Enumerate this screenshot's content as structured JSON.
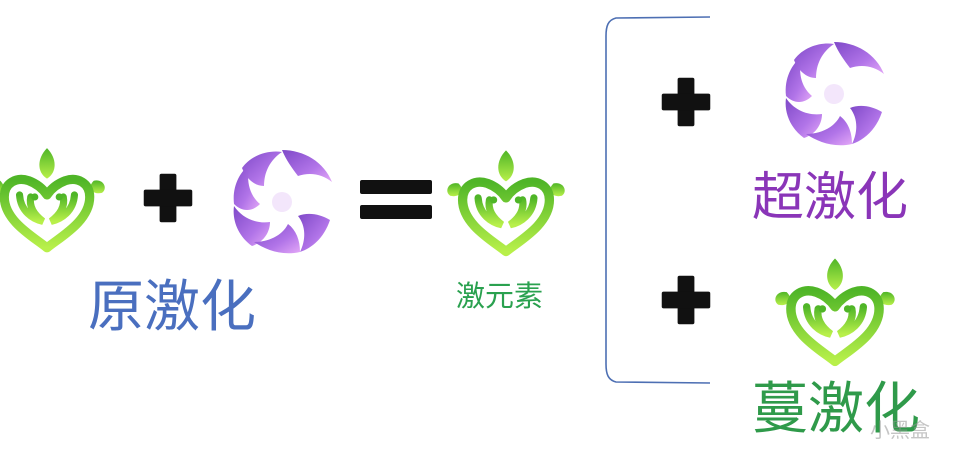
{
  "labels": {
    "original_quicken": "原激化",
    "quicken_element": "激元素",
    "aggravate": "超激化",
    "spread": "蔓激化",
    "watermark": "小黑盒"
  },
  "icons": {
    "dendro": "dendro-element-icon",
    "electro": "electro-element-icon",
    "plus": "plus-icon",
    "equals": "equals-icon"
  },
  "colors": {
    "dendro_light": "#9be63a",
    "dendro_dark": "#4fb527",
    "electro_light": "#d59bf2",
    "electro_dark": "#8e4fd2",
    "original_label": "#4a6fbf",
    "quicken_label": "#2aa14f",
    "aggravate_label": "#8a35b8",
    "spread_label": "#2f9a4a",
    "bracket": "#4d6fb3",
    "operator": "#111111"
  }
}
